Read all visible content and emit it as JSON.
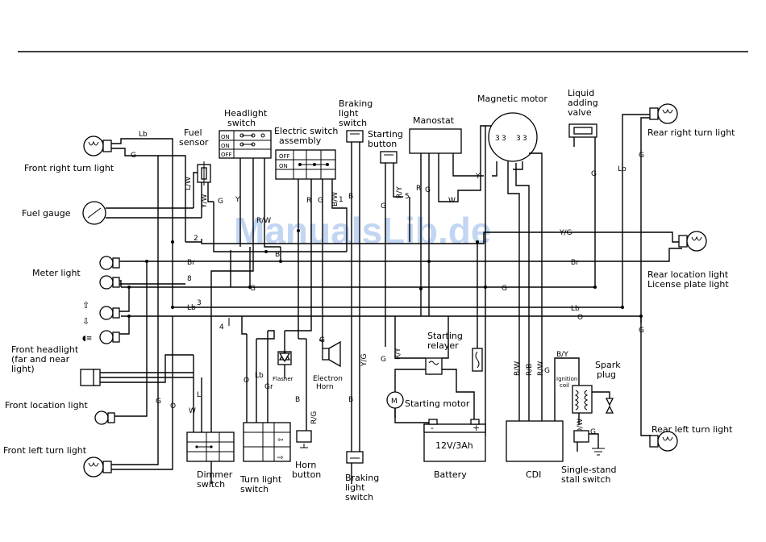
{
  "watermark": "ManualsLib.de",
  "components": {
    "front_right_turn_light": "Front right turn light",
    "fuel_gauge": "Fuel gauge",
    "meter_light": "Meter light",
    "front_headlight": [
      "Front headlight",
      "(far and near",
      "light)"
    ],
    "front_location_light": "Front location light",
    "front_left_turn_light": "Front left turn light",
    "fuel_sensor": [
      "Fuel",
      "sensor"
    ],
    "headlight_switch": [
      "Headlight",
      "switch"
    ],
    "electric_switch_assembly": [
      "Electric switch",
      "assembly"
    ],
    "braking_light_switch_top": [
      "Braking",
      "light",
      "switch"
    ],
    "starting_button": [
      "Starting",
      "button"
    ],
    "manostat": "Manostat",
    "magnetic_motor": "Magnetic motor",
    "liquid_adding_valve": [
      "Liquid",
      "adding",
      "valve"
    ],
    "rear_right_turn_light": "Rear right turn light",
    "rear_location_light": [
      "Rear location light",
      "License plate light"
    ],
    "rear_left_turn_light": "Rear left turn light",
    "flasher": "Flasher",
    "electron_horn": [
      "Electron",
      "Horn"
    ],
    "starting_relayer": [
      "Starting",
      "relayer"
    ],
    "starting_motor": "Starting motor",
    "battery": "Battery",
    "battery_rating": "12V/3Ah",
    "cdi": "CDI",
    "ignition_coil": [
      "Ignition",
      "coil"
    ],
    "spark_plug": [
      "Spark",
      "plug"
    ],
    "single_stand_switch": [
      "Single-stand",
      "stall switch"
    ],
    "dimmer_switch": [
      "Dimmer",
      "switch"
    ],
    "turn_light_switch": [
      "Turn light",
      "switch"
    ],
    "horn_button": [
      "Horn",
      "button"
    ],
    "braking_light_switch_bottom": [
      "Braking",
      "light",
      "switch"
    ]
  },
  "switch_labels": {
    "headlight": [
      "ON",
      "ON",
      "OFF"
    ],
    "electric": [
      "OFF",
      "ON"
    ]
  },
  "wire_codes": {
    "lb": "Lb",
    "g": "G",
    "lw": "L/W",
    "yw": "Y/W",
    "y": "Y",
    "rw": "R/W",
    "b": "B",
    "r": "R",
    "bw": "B/W",
    "ry": "R/Y",
    "yg": "Y/G",
    "br": "Br",
    "o": "O",
    "l": "L",
    "w": "W",
    "gr": "Gr",
    "rg": "R/G",
    "rb": "R/B",
    "by": "B/Y",
    "ow": "O/W",
    "n1": "1",
    "n2": "2",
    "n4": "4",
    "n5": "5",
    "n8": "8",
    "n3": "3"
  },
  "battery_terminals": {
    "neg": "-",
    "pos": "+"
  }
}
